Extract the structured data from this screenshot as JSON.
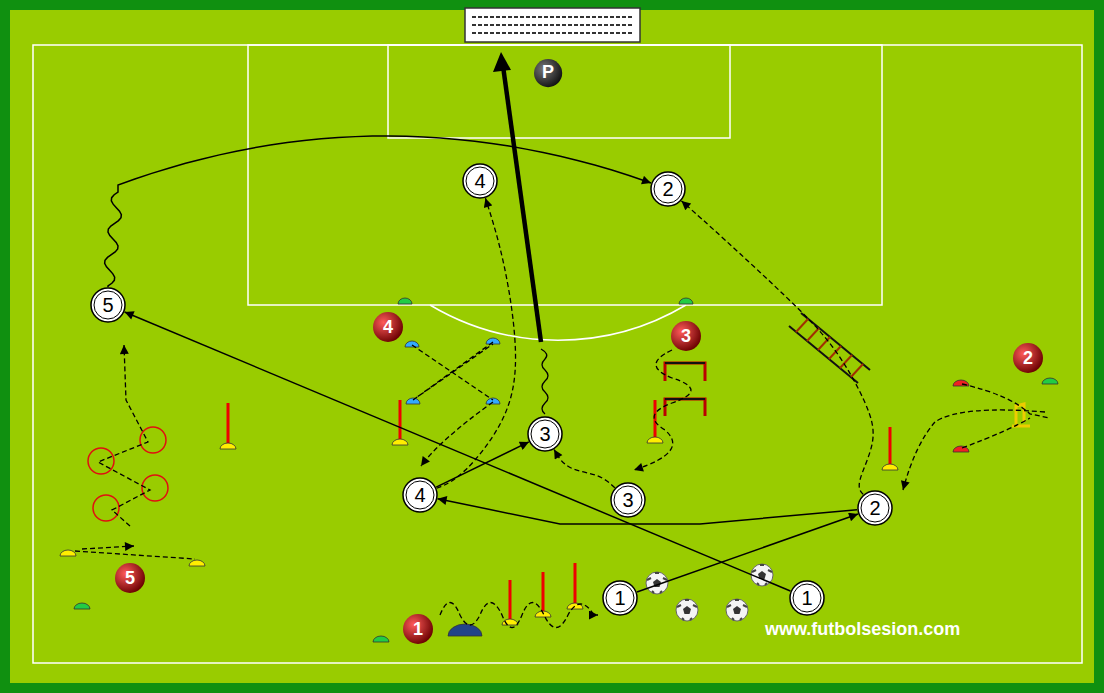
{
  "diagram": {
    "nodes": [
      {
        "text": [
          "P"
        ]
      },
      {
        "text": [
          "4"
        ]
      },
      {
        "text": [
          "2"
        ]
      },
      {
        "text": [
          "5"
        ]
      },
      {
        "text": [
          "4"
        ]
      },
      {
        "text": [
          "3"
        ]
      },
      {
        "text": [
          "2"
        ]
      },
      {
        "text": [
          "3"
        ]
      },
      {
        "text": [
          "4"
        ]
      },
      {
        "text": [
          "3"
        ]
      },
      {
        "text": [
          "2"
        ]
      },
      {
        "text": [
          "5"
        ]
      },
      {
        "text": [
          "1"
        ]
      },
      {
        "text": [
          "1"
        ]
      },
      {
        "text": [
          "1"
        ]
      }
    ],
    "edges": [
      {
        "from": 12,
        "to": 10,
        "arrow": "to"
      },
      {
        "from": 10,
        "to": 8,
        "arrow": "to"
      },
      {
        "from": 13,
        "to": 3,
        "arrow": "to"
      },
      {
        "from": 3,
        "to": 2,
        "arrow": "to"
      },
      {
        "from": 8,
        "to": 7,
        "arrow": "to"
      },
      {
        "from": 10,
        "to": 2,
        "arrow": "to"
      },
      {
        "from": 9,
        "to": 7,
        "arrow": "to"
      },
      {
        "from": 8,
        "to": 1,
        "arrow": "to"
      }
    ],
    "labels": [
      "www.futbolsesion.com"
    ]
  }
}
